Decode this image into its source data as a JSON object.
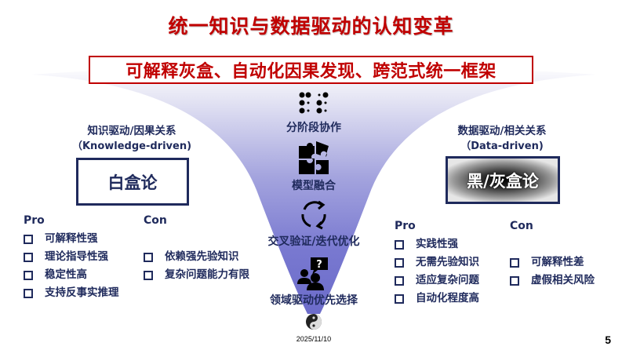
{
  "title": "统一知识与数据驱动的认知变革",
  "subtitle": "可解释灰盒、自动化因果发现、跨范式统一框架",
  "colors": {
    "title_red": "#c00000",
    "navy": "#1f2a5c",
    "funnel_top": "#f2f2fa",
    "funnel_bottom": "#6f6fcf"
  },
  "left": {
    "label_cn": "知识驱动/因果关系",
    "label_en": "（Knowledge-driven)",
    "box": "白盒论",
    "pro": {
      "heading": "Pro",
      "items": [
        "可解释性强",
        "理论指导性强",
        "稳定性高",
        "支持反事实推理"
      ]
    },
    "con": {
      "heading": "Con",
      "items": [
        "依赖强先验知识",
        "复杂问题能力有限"
      ]
    }
  },
  "right": {
    "label_cn": "数据驱动/相关关系",
    "label_en": "（Data-driven)",
    "box": "黑/灰盒论",
    "pro": {
      "heading": "Pro",
      "items": [
        "实践性强",
        "无需先验知识",
        "适应复杂问题",
        "自动化程度高"
      ]
    },
    "con": {
      "heading": "Con",
      "items": [
        "可解释性差",
        "虚假相关风险"
      ]
    }
  },
  "stages": [
    {
      "icon": "braille-dots-icon",
      "label": "分阶段协作"
    },
    {
      "icon": "puzzle-icon",
      "label": "模型融合"
    },
    {
      "icon": "cycle-arrows-icon",
      "label": "交叉验证/迭代优化"
    },
    {
      "icon": "people-question-icon",
      "label": "领域驱动优先选择"
    }
  ],
  "footer": {
    "emblem": "yin-yang-icon",
    "date": "2025/11/10",
    "page": "5"
  }
}
